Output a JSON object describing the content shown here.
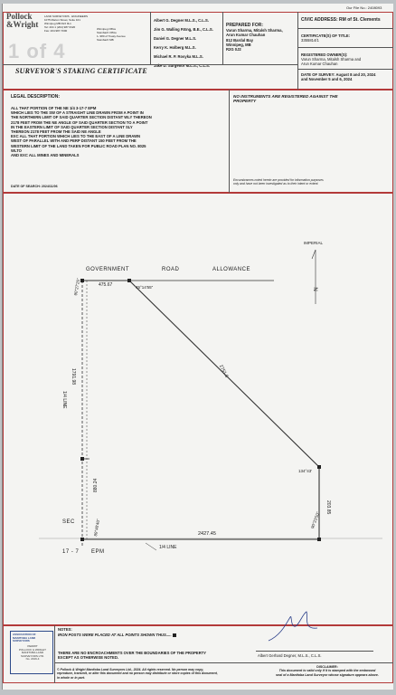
{
  "header": {
    "file_no": "Our File No.: 2408093",
    "watermark": "1 of 4",
    "logo_line1": "Pollock",
    "logo_line2": "&Wright",
    "company_lines": [
      "LAND SURVEYORS · ENGINEERS",
      "1075 Marion Street, Suite 101",
      "Winnipeg MB R2J 0L1",
      "Tel: 204 1 (204) 987 6320",
      "Fax: 204.987-7000"
    ],
    "office_lines": [
      "Winnipeg Office",
      "Steinbach Office",
      "1- 980 of Treaty Avenue",
      "Steinbach MB"
    ],
    "surveyors": [
      "Albert G. Degner M.L.S., C.L.S.",
      "Jim G. Walling P.Eng, B.E., C.L.S.",
      "Daniel G. Degner M.L.S.",
      "Kerry K. Holberg M.L.S.",
      "Michael R. P. Rosyka M.L.S.",
      "Jake D. Surgenor M.L.S., C.L.S."
    ],
    "prepared_for_label": "PREPARED FOR:",
    "prepared_for_lines": [
      "Varun Sharma, Mitalsh Sharma,",
      "Arun Kumar Chauhan",
      "812 Bardal Bay",
      "Winnipeg, MB",
      "R2G 0J2"
    ],
    "civic_label": "CIVIC ADDRESS:",
    "civic_value": "RM of St. Clements",
    "cert_title_label": "CERTIFICATE(S) OF TITLE:",
    "cert_title_value": "3355814/1",
    "owners_label": "REGISTERED OWNER(S):",
    "owners_lines": [
      "Varun Sharma, Mitalsh Sharma and",
      "Arun Kumar Chauhan"
    ],
    "date_survey_label": "DATE OF SURVEY:",
    "date_survey_lines": [
      "August 8 and 20, 2024",
      "and November 5 and 6, 2024"
    ],
    "doc_title": "SURVEYOR'S STAKING CERTIFICATE"
  },
  "legal": {
    "label": "LEGAL DESCRIPTION:",
    "lines": [
      "ALL THAT PORTION OF THE NE 1/4 3-17-7 EPM",
      "WHICH LIES TO THE SW OF A STRAIGHT LINE DRAWN FROM A POINT IN",
      "THE NORTHERN LIMIT OF SAID QUARTER SECTION DISTANT WLY THEREON",
      "2178 FEET FROM THE NE ANGLE OF SAID QUARTER SECTION TO A POINT",
      "IN THE EASTERN LIMIT OF SAID QUARTER SECTION DISTANT SLY",
      "THEREON 2178 FEET FROM THE SAID NE ANGLE",
      "EXC ALL THAT PORTION WHICH LIES TO THE EAST OF A LINE DRAWN",
      "WEST OF PARALLEL WITH AND PERP DISTANT 150 FEET FROM THE",
      "WESTERN LIMIT OF THE LAND TAKEN FOR PUBLIC ROAD PLAN NO. 8025",
      "WLTO",
      "AND EXC ALL MINES AND MINERALS"
    ],
    "date_search": "DATE OF SEARCH: 2024/11/06"
  },
  "encumbrance": {
    "title_lines": [
      "NO INSTRUMENTS ARE REGISTERED AGAINST THE",
      "PROPERTY"
    ],
    "note_lines": [
      "Encumbrances noted herein are provided for information purposes",
      "only and have not been investigated as to their intent or extent."
    ]
  },
  "plan": {
    "imperial": "IMPERIAL",
    "north": "N",
    "road": [
      "GOVERNMENT",
      "ROAD",
      "ALLOWANCE"
    ],
    "dim_north": "475.67",
    "angle_nw": "90°27'25\"",
    "angle_ne": "45°14'55\"",
    "diag": "2751.5",
    "west_upper": "1791.98",
    "quarter_line": "1/4 LINE",
    "west_lower": "880.24",
    "angle_sw": "89°40'40\"",
    "angle_se_upper": "134°43'",
    "east": "203.85",
    "angle_se_lower": "90°23'50\"",
    "south": "2427.45",
    "sec": "SEC",
    "twp": "17 - 7",
    "epm": "EPM",
    "south_quarter": "1/4 LINE"
  },
  "footer": {
    "notes_label": "NOTES:",
    "notes_line": "IRON POSTS WERE PLACED AT ALL POINTS SHOWN THUS.....",
    "encroach_lines": [
      "THERE ARE NO ENCROACHMENTS OVER THE BOUNDARIES OF THE PROPERTY",
      "EXCEPT AS OTHERWISE NOTED."
    ],
    "surveyor_sign": "Albert Gerhard Degner, M.L.S., C.L.S.",
    "copyright_lines": [
      "© Pollock & Wright Manitoba Land Surveyors Ltd., 2024. All rights reserved. No person may copy,",
      "reproduce, transmit, or alter this document and no person may distribute or store copies of this document,",
      "in whole or in part."
    ],
    "disclaimer_label": "DISCLAIMER:",
    "disclaimer_lines": [
      "This document is valid only if it is stamped with the embossed",
      "seal of a Manitoba Land Surveyor whose signature appears above."
    ],
    "seal_lines": [
      "ASSOCIATION OF",
      "MANITOBA LAND",
      "SURVEYORS",
      "PERMIT",
      "POLLOCK & WRIGHT",
      "MANITOBA LAND",
      "SURVEYORS LTD.",
      "No. 2016-4"
    ]
  }
}
